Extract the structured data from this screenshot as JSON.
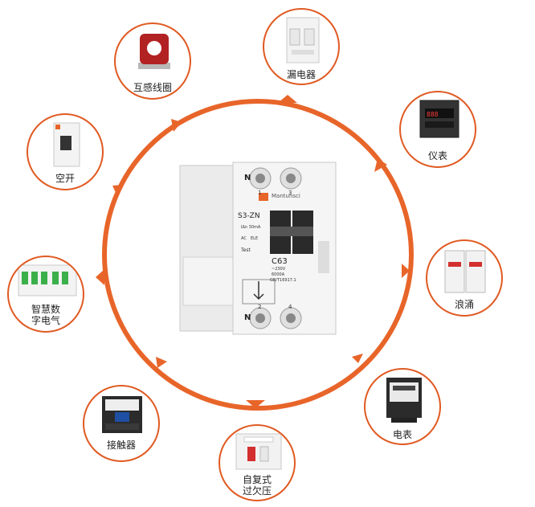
{
  "center_device": {
    "terminal_top_n": "N",
    "terminal_top_1": "1",
    "terminal_top_3": "3",
    "brand": "Mantunsci",
    "model": "S3-ZN",
    "rating": "C63",
    "spec_line1": "IΔn 30mA",
    "spec_ac": "AC",
    "spec_ele": "ELE",
    "test_label": "Test",
    "spec_voltage": "~230V",
    "spec_cap": "6000A",
    "standard": "GB/T16917.1",
    "terminal_bottom_n": "N",
    "terminal_bottom_2": "2",
    "terminal_bottom_4": "4"
  },
  "nodes": [
    {
      "label": "互感线圈"
    },
    {
      "label": "漏电器"
    },
    {
      "label": "仪表"
    },
    {
      "label": "浪涌"
    },
    {
      "label": "电表"
    },
    {
      "label": "自复式"
    },
    {
      "label": "过欠压"
    },
    {
      "label": "接触器"
    },
    {
      "label": "智慧数"
    },
    {
      "label": "字电气"
    },
    {
      "label": "空开"
    }
  ],
  "colors": {
    "accent": "#e8652a",
    "device_body": "#f2f2f2"
  }
}
